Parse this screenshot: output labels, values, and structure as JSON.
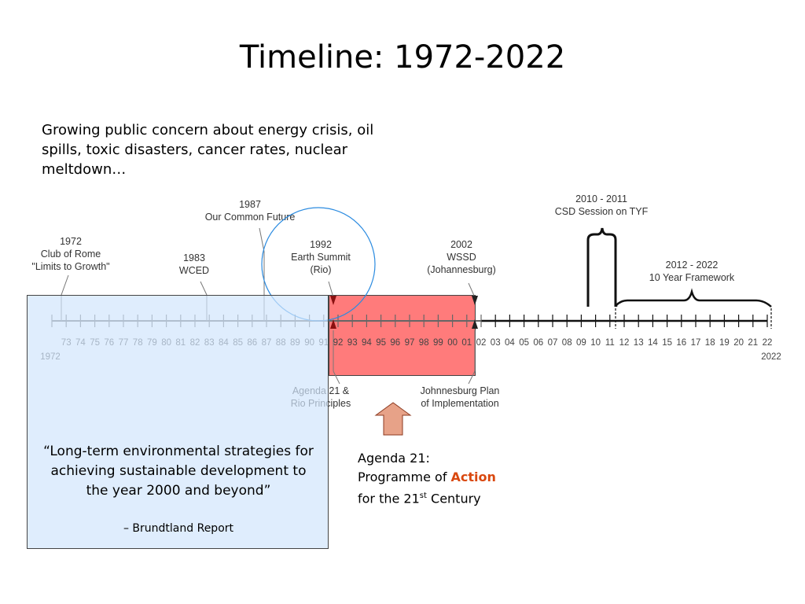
{
  "title": "Timeline: 1972-2022",
  "intro": "Growing public concern about energy crisis, oil spills, toxic disasters, cancer rates, nuclear meltdown…",
  "timeline": {
    "start_label": "1972",
    "end_label": "2022",
    "ticks": [
      "73",
      "74",
      "75",
      "76",
      "77",
      "78",
      "79",
      "80",
      "81",
      "82",
      "83",
      "84",
      "85",
      "86",
      "87",
      "88",
      "89",
      "90",
      "91",
      "92",
      "93",
      "94",
      "95",
      "96",
      "97",
      "98",
      "99",
      "00",
      "01",
      "02",
      "03",
      "04",
      "05",
      "06",
      "07",
      "08",
      "09",
      "10",
      "11",
      "12",
      "13",
      "14",
      "15",
      "16",
      "17",
      "18",
      "19",
      "20",
      "21",
      "22"
    ],
    "events_above": [
      {
        "lines": [
          "1972",
          "Club of Rome",
          "\"Limits to Growth\""
        ]
      },
      {
        "lines": [
          "1983",
          "WCED"
        ]
      },
      {
        "lines": [
          "1987",
          "Our Common Future"
        ]
      },
      {
        "lines": [
          "1992",
          "Earth Summit",
          "(Rio)"
        ]
      },
      {
        "lines": [
          "2002",
          "WSSD",
          "(Johannesburg)"
        ]
      },
      {
        "lines": [
          "2010 - 2011",
          "CSD Session on TYF"
        ]
      },
      {
        "lines": [
          "2012 - 2022",
          "10 Year Framework"
        ]
      }
    ],
    "events_below": [
      {
        "lines": [
          "Agenda 21 &",
          "Rio Principles"
        ]
      },
      {
        "lines": [
          "Johnnesburg Plan",
          "of Implementation"
        ]
      }
    ]
  },
  "quote": {
    "text": "“Long-term environmental strategies for achieving sustainable development to the year 2000 and beyond”",
    "author": "– Brundtland Report"
  },
  "agenda_note": {
    "line1": "Agenda 21:",
    "line2_prefix": "Programme of ",
    "line2_accent": "Action",
    "line3_prefix": "for the 21",
    "line3_sup": "st",
    "line3_suffix": " Century"
  },
  "colors": {
    "accent": "#d9480f",
    "red_box": "#ff7b7b",
    "blue_box": "#d2e6fc",
    "circle": "#2b8be0",
    "arrow": "#e7a288"
  }
}
